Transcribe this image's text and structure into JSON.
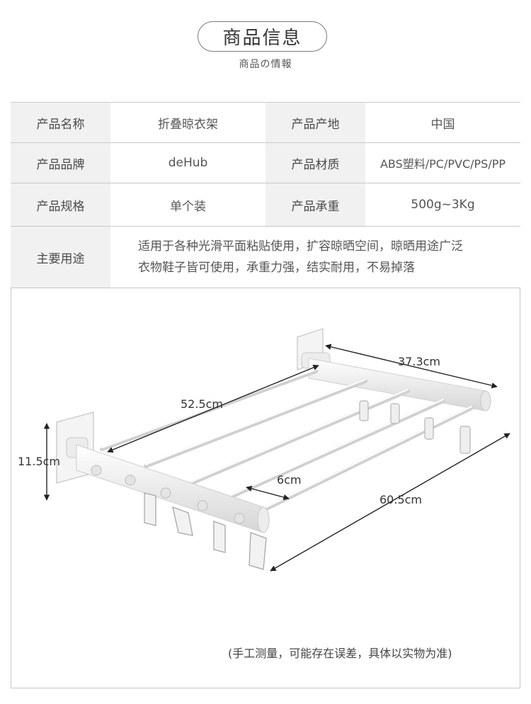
{
  "header": {
    "title": "商品信息",
    "subtitle": "商品の情報"
  },
  "table": {
    "rows": [
      {
        "k1": "产品名称",
        "v1": "折叠晾衣架",
        "k2": "产品产地",
        "v2": "中国"
      },
      {
        "k1": "产品品牌",
        "v1": "deHub",
        "k2": "产品材质",
        "v2": "ABS塑料/PC/PVC/PS/PP"
      },
      {
        "k1": "产品规格",
        "v1": "单个装",
        "k2": "产品承重",
        "v2": "500g~3Kg"
      }
    ],
    "use": {
      "label": "主要用途",
      "line1": "适用于各种光滑平面粘贴使用，扩容晾晒空间，晾晒用途广泛",
      "line2": "衣物鞋子皆可使用，承重力强，结实耐用，不易掉落"
    }
  },
  "figure": {
    "dims": {
      "depth": "37.3cm",
      "length": "52.5cm",
      "height": "11.5cm",
      "gap": "6cm",
      "width": "60.5cm"
    },
    "note": "(手工测量，可能存在误差，具体以实物为准)"
  }
}
